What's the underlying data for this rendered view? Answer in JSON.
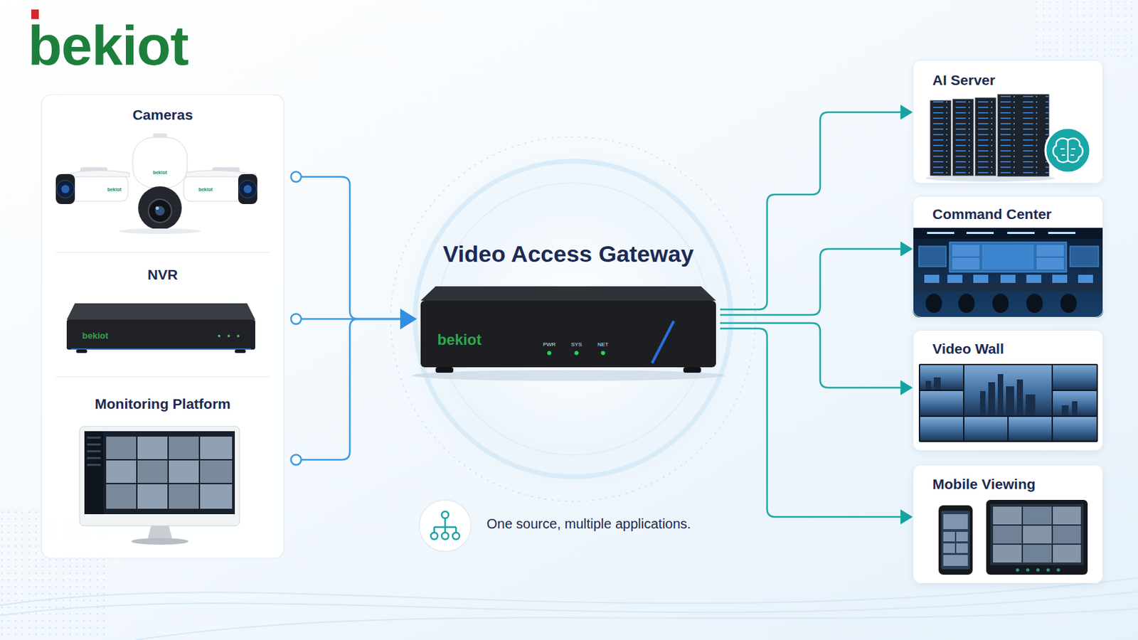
{
  "diagram": {
    "nodes": [
      {
        "text": [
          "Cameras"
        ]
      },
      {
        "text": [
          "NVR"
        ]
      },
      {
        "text": [
          "Monitoring Platform"
        ]
      },
      {
        "text": [
          "Video Access Gateway"
        ]
      },
      {
        "text": [
          "AI Server"
        ]
      },
      {
        "text": [
          "Command Center"
        ]
      },
      {
        "text": [
          "Video Wall"
        ]
      },
      {
        "text": [
          "Mobile Viewing"
        ]
      }
    ],
    "edges": [
      {
        "from": 0,
        "to": 3,
        "arrow": "to"
      },
      {
        "from": 1,
        "to": 3,
        "arrow": "to"
      },
      {
        "from": 2,
        "to": 3,
        "arrow": "to"
      },
      {
        "from": 3,
        "to": 4,
        "arrow": "to"
      },
      {
        "from": 3,
        "to": 5,
        "arrow": "to"
      },
      {
        "from": 3,
        "to": 6,
        "arrow": "to"
      },
      {
        "from": 3,
        "to": 7,
        "arrow": "to"
      }
    ],
    "labels": [
      "bekiot",
      "bekiot",
      "bekiot",
      "bekiot",
      "bekiot",
      "bekiot",
      "PWR",
      "SYS",
      "NET",
      "One source, multiple applications."
    ]
  }
}
